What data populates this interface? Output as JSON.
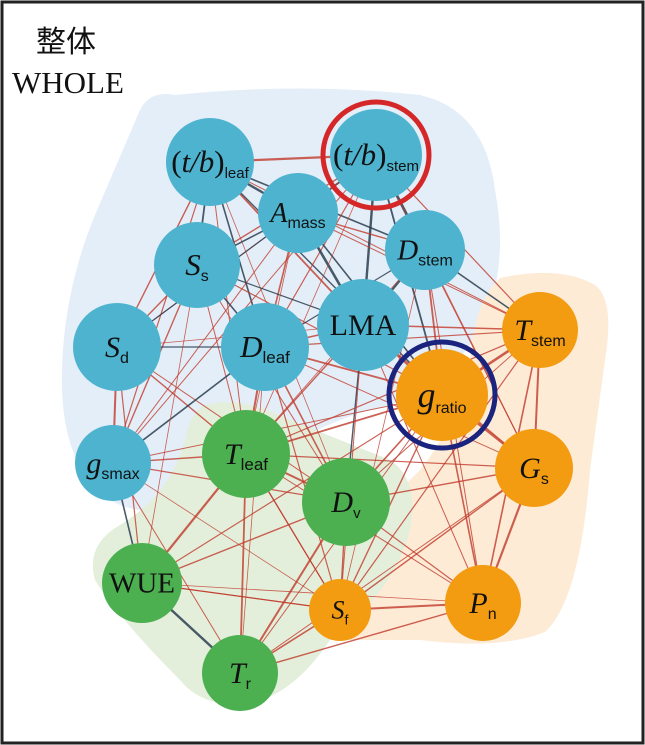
{
  "title": {
    "chinese": "整体",
    "english": "WHOLE"
  },
  "colors": {
    "blue_group": "#4db3cf",
    "orange_group": "#f39c12",
    "green_group": "#4caf50",
    "blue_region": "#e3eef8",
    "orange_region": "#fdebd6",
    "green_region": "#e3efdb",
    "positive_edge": "#c0392b",
    "negative_edge": "#2c3e50",
    "highlight_red": "#d62728",
    "highlight_navy": "#1a237e"
  },
  "nodes": [
    {
      "id": "tb_leaf",
      "group": "blue",
      "prefix": "(",
      "main": "t/b",
      "suffix": ")",
      "sub": "leaf",
      "style": "paren"
    },
    {
      "id": "tb_stem",
      "group": "blue",
      "prefix": "(",
      "main": "t/b",
      "suffix": ")",
      "sub": "stem",
      "style": "paren",
      "ring": "red"
    },
    {
      "id": "A_mass",
      "group": "blue",
      "main": "A",
      "sub": "mass"
    },
    {
      "id": "S_s",
      "group": "blue",
      "main": "S",
      "sub": "s"
    },
    {
      "id": "D_stem",
      "group": "blue",
      "main": "D",
      "sub": "stem"
    },
    {
      "id": "S_d",
      "group": "blue",
      "main": "S",
      "sub": "d"
    },
    {
      "id": "D_leaf",
      "group": "blue",
      "main": "D",
      "sub": "leaf"
    },
    {
      "id": "LMA",
      "group": "blue",
      "main": "LMA",
      "sub": "",
      "upright": true
    },
    {
      "id": "g_smax",
      "group": "blue",
      "main": "g",
      "sub": "smax"
    },
    {
      "id": "T_stem",
      "group": "orange",
      "main": "T",
      "sub": "stem"
    },
    {
      "id": "g_ratio",
      "group": "orange",
      "main": "g",
      "sub": "ratio",
      "ring": "navy"
    },
    {
      "id": "G_s",
      "group": "orange",
      "main": "G",
      "sub": "s"
    },
    {
      "id": "S_f",
      "group": "orange",
      "main": "S",
      "sub": "f"
    },
    {
      "id": "P_n",
      "group": "orange",
      "main": "P",
      "sub": "n"
    },
    {
      "id": "T_leaf",
      "group": "green",
      "main": "T",
      "sub": "leaf"
    },
    {
      "id": "D_v",
      "group": "green",
      "main": "D",
      "sub": "v"
    },
    {
      "id": "WUE",
      "group": "green",
      "main": "WUE",
      "sub": "",
      "upright": true
    },
    {
      "id": "T_r",
      "group": "green",
      "main": "T",
      "sub": "r"
    }
  ],
  "edges": [
    [
      "tb_leaf",
      "tb_stem",
      "pos",
      2.2
    ],
    [
      "tb_leaf",
      "A_mass",
      "neg",
      2.4
    ],
    [
      "tb_leaf",
      "S_s",
      "neg",
      1.8
    ],
    [
      "tb_leaf",
      "D_stem",
      "neg",
      1.6
    ],
    [
      "tb_leaf",
      "S_d",
      "pos",
      1.4
    ],
    [
      "tb_leaf",
      "D_leaf",
      "neg",
      1.6
    ],
    [
      "tb_leaf",
      "LMA",
      "pos",
      1.8
    ],
    [
      "tb_leaf",
      "g_smax",
      "pos",
      1.2
    ],
    [
      "tb_leaf",
      "T_stem",
      "pos",
      1.0
    ],
    [
      "tb_leaf",
      "g_ratio",
      "neg",
      1.4
    ],
    [
      "tb_leaf",
      "T_leaf",
      "pos",
      1.0
    ],
    [
      "tb_leaf",
      "D_v",
      "pos",
      0.8
    ],
    [
      "tb_stem",
      "A_mass",
      "neg",
      2.0
    ],
    [
      "tb_stem",
      "D_stem",
      "neg",
      2.8
    ],
    [
      "tb_stem",
      "S_s",
      "pos",
      1.4
    ],
    [
      "tb_stem",
      "LMA",
      "neg",
      2.4
    ],
    [
      "tb_stem",
      "D_leaf",
      "pos",
      1.2
    ],
    [
      "tb_stem",
      "T_stem",
      "pos",
      1.2
    ],
    [
      "tb_stem",
      "g_ratio",
      "neg",
      1.8
    ],
    [
      "tb_stem",
      "S_d",
      "pos",
      1.0
    ],
    [
      "tb_stem",
      "g_smax",
      "pos",
      1.0
    ],
    [
      "tb_stem",
      "G_s",
      "pos",
      0.8
    ],
    [
      "A_mass",
      "S_s",
      "neg",
      1.6
    ],
    [
      "A_mass",
      "D_stem",
      "pos",
      1.4
    ],
    [
      "A_mass",
      "LMA",
      "neg",
      2.6
    ],
    [
      "A_mass",
      "D_leaf",
      "pos",
      1.6
    ],
    [
      "A_mass",
      "S_d",
      "neg",
      1.2
    ],
    [
      "A_mass",
      "g_ratio",
      "neg",
      1.6
    ],
    [
      "A_mass",
      "T_stem",
      "pos",
      1.0
    ],
    [
      "A_mass",
      "g_smax",
      "pos",
      1.0
    ],
    [
      "S_s",
      "S_d",
      "pos",
      1.4
    ],
    [
      "S_s",
      "D_leaf",
      "neg",
      1.6
    ],
    [
      "S_s",
      "LMA",
      "neg",
      1.2
    ],
    [
      "S_s",
      "g_smax",
      "pos",
      1.4
    ],
    [
      "S_s",
      "T_leaf",
      "pos",
      1.0
    ],
    [
      "S_s",
      "D_v",
      "pos",
      1.0
    ],
    [
      "S_s",
      "g_ratio",
      "pos",
      1.2
    ],
    [
      "D_stem",
      "LMA",
      "neg",
      2.2
    ],
    [
      "D_stem",
      "T_stem",
      "neg",
      1.6
    ],
    [
      "D_stem",
      "g_ratio",
      "pos",
      1.8
    ],
    [
      "D_stem",
      "D_leaf",
      "neg",
      1.2
    ],
    [
      "D_stem",
      "G_s",
      "pos",
      1.2
    ],
    [
      "D_stem",
      "P_n",
      "pos",
      1.0
    ],
    [
      "S_d",
      "D_leaf",
      "neg",
      1.2
    ],
    [
      "S_d",
      "g_smax",
      "pos",
      2.0
    ],
    [
      "S_d",
      "T_leaf",
      "pos",
      1.4
    ],
    [
      "S_d",
      "WUE",
      "pos",
      1.2
    ],
    [
      "S_d",
      "D_v",
      "pos",
      1.0
    ],
    [
      "S_d",
      "LMA",
      "pos",
      0.8
    ],
    [
      "D_leaf",
      "LMA",
      "pos",
      1.6
    ],
    [
      "D_leaf",
      "g_smax",
      "neg",
      1.6
    ],
    [
      "D_leaf",
      "T_leaf",
      "pos",
      2.0
    ],
    [
      "D_leaf",
      "D_v",
      "pos",
      1.6
    ],
    [
      "D_leaf",
      "g_ratio",
      "pos",
      1.8
    ],
    [
      "D_leaf",
      "T_stem",
      "pos",
      1.2
    ],
    [
      "D_leaf",
      "S_f",
      "pos",
      1.2
    ],
    [
      "D_leaf",
      "T_r",
      "pos",
      0.8
    ],
    [
      "D_leaf",
      "G_s",
      "pos",
      1.0
    ],
    [
      "LMA",
      "T_stem",
      "pos",
      1.4
    ],
    [
      "LMA",
      "g_ratio",
      "pos",
      2.0
    ],
    [
      "LMA",
      "G_s",
      "pos",
      1.2
    ],
    [
      "LMA",
      "D_v",
      "neg",
      1.4
    ],
    [
      "LMA",
      "T_leaf",
      "pos",
      1.4
    ],
    [
      "LMA",
      "P_n",
      "pos",
      1.0
    ],
    [
      "LMA",
      "S_f",
      "pos",
      1.0
    ],
    [
      "g_smax",
      "T_leaf",
      "pos",
      1.4
    ],
    [
      "g_smax",
      "WUE",
      "neg",
      1.6
    ],
    [
      "g_smax",
      "D_v",
      "pos",
      1.2
    ],
    [
      "g_smax",
      "T_r",
      "pos",
      1.0
    ],
    [
      "g_smax",
      "g_ratio",
      "pos",
      1.0
    ],
    [
      "T_stem",
      "g_ratio",
      "pos",
      2.6
    ],
    [
      "T_stem",
      "G_s",
      "pos",
      2.0
    ],
    [
      "T_stem",
      "P_n",
      "pos",
      1.6
    ],
    [
      "T_stem",
      "S_f",
      "pos",
      1.2
    ],
    [
      "T_stem",
      "T_leaf",
      "pos",
      1.2
    ],
    [
      "T_stem",
      "D_v",
      "pos",
      1.0
    ],
    [
      "g_ratio",
      "G_s",
      "pos",
      2.2
    ],
    [
      "g_ratio",
      "P_n",
      "pos",
      1.6
    ],
    [
      "g_ratio",
      "S_f",
      "pos",
      1.4
    ],
    [
      "g_ratio",
      "T_leaf",
      "pos",
      1.8
    ],
    [
      "g_ratio",
      "D_v",
      "pos",
      1.6
    ],
    [
      "g_ratio",
      "WUE",
      "pos",
      1.2
    ],
    [
      "g_ratio",
      "T_r",
      "pos",
      1.0
    ],
    [
      "G_s",
      "P_n",
      "pos",
      2.2
    ],
    [
      "G_s",
      "S_f",
      "pos",
      1.4
    ],
    [
      "G_s",
      "D_v",
      "pos",
      1.4
    ],
    [
      "G_s",
      "T_leaf",
      "pos",
      1.2
    ],
    [
      "G_s",
      "T_r",
      "pos",
      1.0
    ],
    [
      "S_f",
      "P_n",
      "pos",
      2.0
    ],
    [
      "S_f",
      "T_r",
      "pos",
      1.6
    ],
    [
      "S_f",
      "D_v",
      "pos",
      1.4
    ],
    [
      "S_f",
      "T_leaf",
      "pos",
      1.2
    ],
    [
      "S_f",
      "WUE",
      "pos",
      1.0
    ],
    [
      "P_n",
      "T_r",
      "pos",
      1.4
    ],
    [
      "P_n",
      "D_v",
      "pos",
      1.2
    ],
    [
      "P_n",
      "T_leaf",
      "pos",
      1.0
    ],
    [
      "P_n",
      "WUE",
      "pos",
      0.8
    ],
    [
      "T_leaf",
      "D_v",
      "pos",
      2.0
    ],
    [
      "T_leaf",
      "WUE",
      "pos",
      2.2
    ],
    [
      "T_leaf",
      "T_r",
      "pos",
      1.8
    ],
    [
      "D_v",
      "WUE",
      "pos",
      1.4
    ],
    [
      "D_v",
      "T_r",
      "pos",
      2.0
    ],
    [
      "WUE",
      "T_r",
      "neg",
      2.4
    ],
    [
      "WUE",
      "S_f",
      "pos",
      1.2
    ],
    [
      "T_leaf",
      "S_f",
      "pos",
      1.2
    ],
    [
      "g_smax",
      "S_f",
      "pos",
      0.8
    ],
    [
      "A_mass",
      "T_leaf",
      "pos",
      0.8
    ],
    [
      "tb_stem",
      "T_leaf",
      "pos",
      0.8
    ],
    [
      "D_stem",
      "S_f",
      "pos",
      0.8
    ],
    [
      "D_stem",
      "T_leaf",
      "pos",
      0.8
    ],
    [
      "S_s",
      "WUE",
      "pos",
      0.8
    ]
  ]
}
